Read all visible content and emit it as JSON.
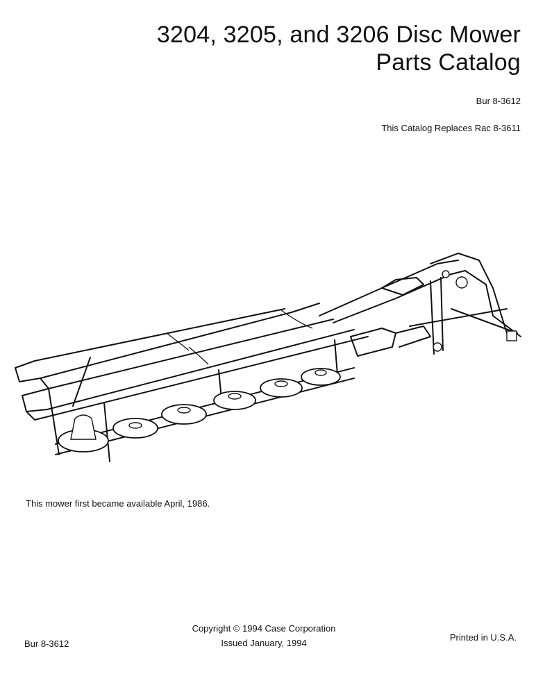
{
  "header": {
    "title_line1": "3204, 3205, and 3206 Disc Mower",
    "title_line2": "Parts Catalog",
    "document_number": "Bur 8-3612",
    "replaces_note": "This Catalog Replaces Rac 8-3611"
  },
  "illustration": {
    "icon": "disc-mower-illustration-icon"
  },
  "availability_note": "This mower first became available April, 1986.",
  "footer": {
    "document_number": "Bur 8-3612",
    "copyright": "Copyright © 1994 Case Corporation",
    "issued": "Issued January, 1994",
    "printed": "Printed in U.S.A."
  }
}
